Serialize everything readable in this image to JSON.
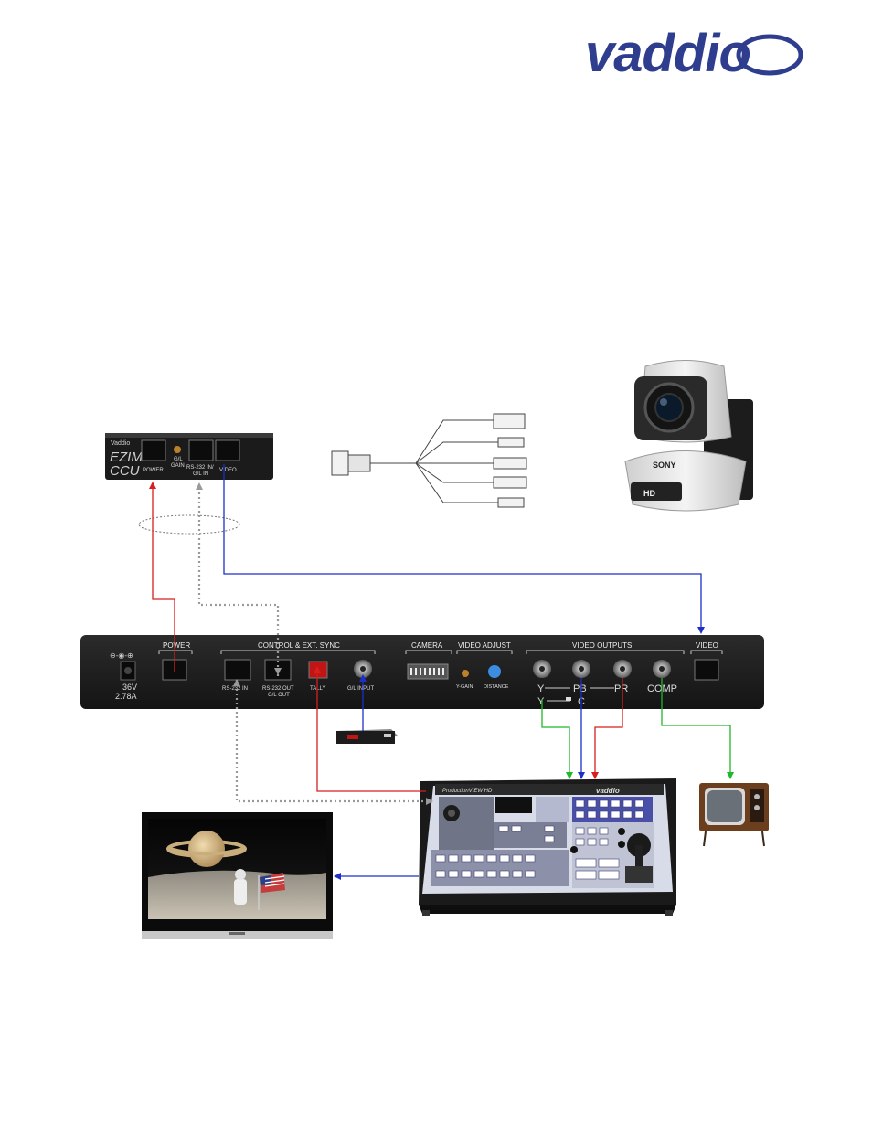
{
  "brand": {
    "logo_text": "vaddio",
    "logo_color": "#2f3d8f"
  },
  "ezim_ccu": {
    "brand": "Vaddio",
    "title_line1": "EZIM",
    "title_line2": "CCU",
    "port_power": "POWER",
    "knob_gl_label_1": "G/L",
    "knob_gl_label_2": "GAIN",
    "port_rs232_line1": "RS-232 IN/",
    "port_rs232_line2": "G/L IN",
    "port_video": "VIDEO"
  },
  "rear_panel": {
    "power_in_label_1": "36V",
    "power_in_label_2": "2.78A",
    "section_power": "POWER",
    "section_control": "CONTROL & EXT. SYNC",
    "port_rs232_in": "RS-232 IN",
    "port_rs232_out_1": "RS-232 OUT",
    "port_rs232_out_2": "G/L OUT",
    "port_tally": "TALLY",
    "port_gl_input": "G/L INPUT",
    "section_camera": "CAMERA",
    "section_video_adjust": "VIDEO ADJUST",
    "knob_y_gain": "Y-GAIN",
    "knob_distance": "DISTANCE",
    "section_video_outputs": "VIDEO OUTPUTS",
    "out_y": "Y",
    "out_pb": "PB",
    "out_pr": "PR",
    "out_comp": "COMP",
    "out_y_sub": "Y",
    "out_c_sub": "C",
    "section_video": "VIDEO"
  },
  "camera": {
    "brand": "SONY",
    "badge": "HD"
  },
  "switcher": {
    "model": "ProductionVIEW HD",
    "brand": "vaddio"
  },
  "colors": {
    "red": "#d81e1e",
    "blue": "#1c2fc7",
    "green": "#1fb82a",
    "gray_dotted": "#9a9a9a",
    "panel_dark": "#222222",
    "accent_purple": "#4a4fa8"
  }
}
